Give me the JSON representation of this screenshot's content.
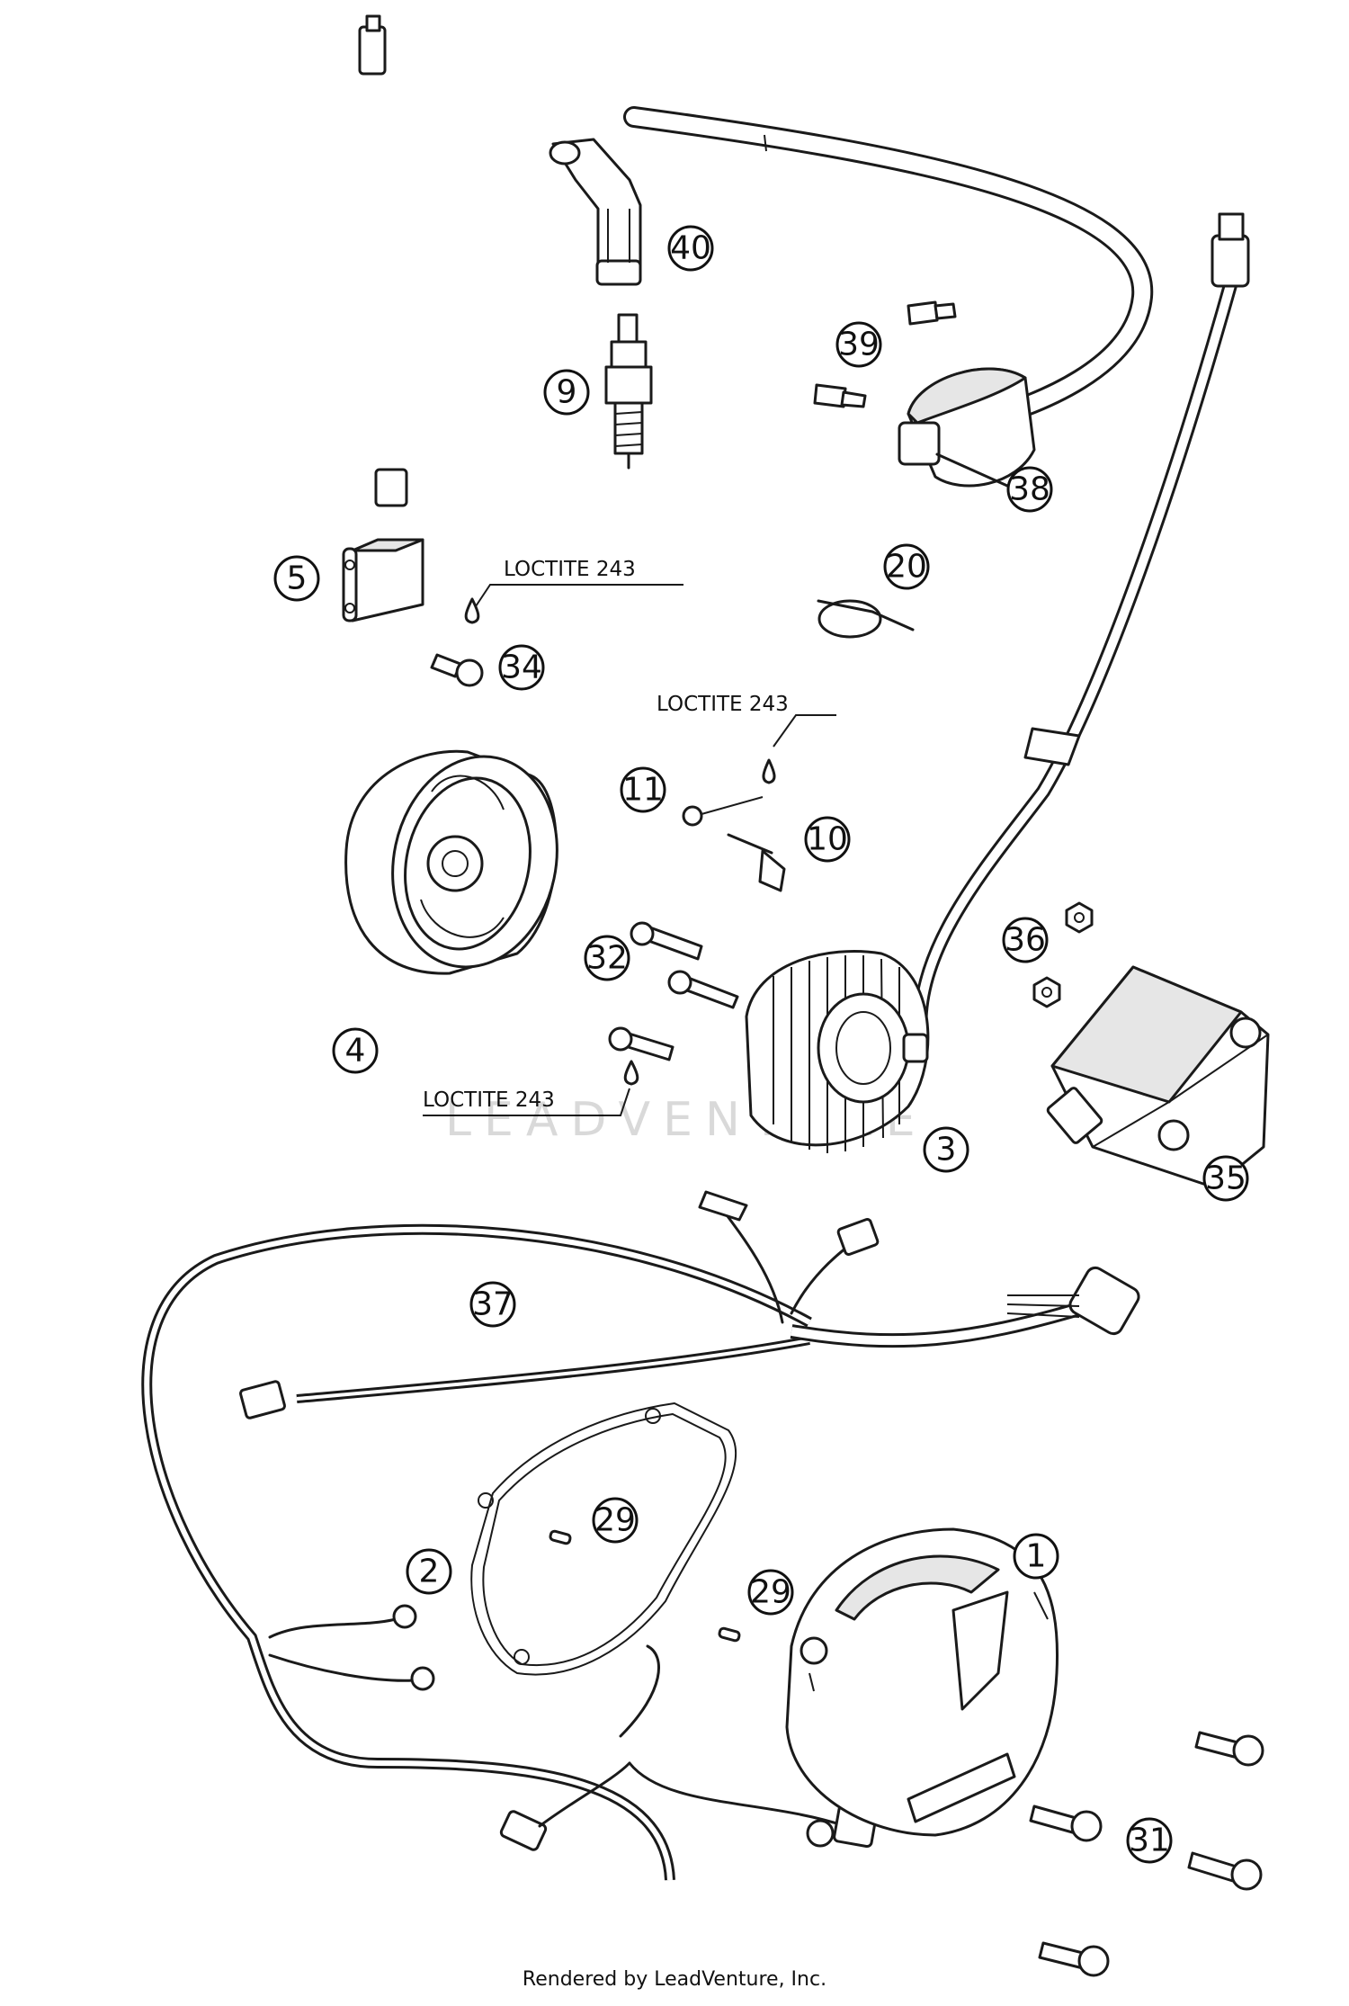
{
  "watermark": "LEADVENTURE",
  "footer": "Rendered by LeadVenture, Inc.",
  "notes": [
    {
      "id": "note-a",
      "text": "LOCTITE 243"
    },
    {
      "id": "note-b",
      "text": "LOCTITE 243"
    },
    {
      "id": "note-c",
      "text": "LOCTITE 243"
    }
  ],
  "callouts": [
    {
      "id": "1",
      "label": "1"
    },
    {
      "id": "2",
      "label": "2"
    },
    {
      "id": "3",
      "label": "3"
    },
    {
      "id": "4",
      "label": "4"
    },
    {
      "id": "5",
      "label": "5"
    },
    {
      "id": "9",
      "label": "9"
    },
    {
      "id": "10",
      "label": "10"
    },
    {
      "id": "11",
      "label": "11"
    },
    {
      "id": "20",
      "label": "20"
    },
    {
      "id": "29a",
      "label": "29"
    },
    {
      "id": "29b",
      "label": "29"
    },
    {
      "id": "31",
      "label": "31"
    },
    {
      "id": "32",
      "label": "32"
    },
    {
      "id": "34",
      "label": "34"
    },
    {
      "id": "35",
      "label": "35"
    },
    {
      "id": "36",
      "label": "36"
    },
    {
      "id": "37",
      "label": "37"
    },
    {
      "id": "38",
      "label": "38"
    },
    {
      "id": "39",
      "label": "39"
    },
    {
      "id": "40",
      "label": "40"
    }
  ]
}
